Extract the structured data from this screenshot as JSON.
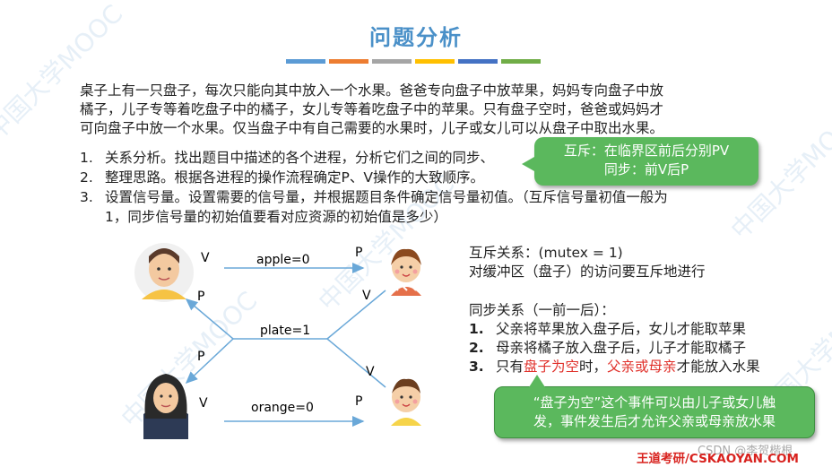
{
  "title": "问题分析",
  "bar_colors": [
    "#5b9bd5",
    "#ed7d31",
    "#a5a5a5",
    "#ffc000",
    "#4472c4",
    "#70ad47"
  ],
  "paragraph": [
    "桌子上有一只盘子，每次只能向其中放入一个水果。爸爸专向盘子中放苹果，妈妈专向盘子中放",
    "橘子，儿子专等着吃盘子中的橘子，女儿专等着吃盘子中的苹果。只有盘子空时，爸爸或妈妈才",
    "可向盘子中放一个水果。仅当盘子中有自己需要的水果时，儿子或女儿可以从盘子中取出水果。"
  ],
  "steps": [
    {
      "num": "1.",
      "text": "关系分析。找出题目中描述的各个进程，分析它们之间的同步、"
    },
    {
      "num": "2.",
      "text": "整理思路。根据各进程的操作流程确定P、V操作的大致顺序。"
    },
    {
      "num": "3.",
      "text": "设置信号量。设置需要的信号量，并根据题目条件确定信号量初值。（互斥信号量初值一般为",
      "cont": "1，同步信号量的初始值要看对应资源的初始值是多少）"
    }
  ],
  "bubble_top": {
    "line1": "互斥：在临界区前后分别PV",
    "line2": "同步：前V后P"
  },
  "diagram": {
    "apple_label": "apple=0",
    "plate_label": "plate=1",
    "orange_label": "orange=0",
    "v": "V",
    "p": "P"
  },
  "mutex": {
    "line1": "互斥关系：(mutex = 1)",
    "line2": "对缓冲区（盘子）的访问要互斥地进行"
  },
  "sync": {
    "heading": "同步关系（一前一后）：",
    "items": [
      {
        "num": "1.",
        "text": "父亲将苹果放入盘子后，女儿才能取苹果"
      },
      {
        "num": "2.",
        "text": "母亲将橘子放入盘子后，儿子才能取橘子"
      },
      {
        "num": "3.",
        "pre": "只有",
        "red1": "盘子为空",
        "mid": "时，",
        "red2": "父亲或母亲",
        "post": "才能放入水果"
      }
    ]
  },
  "bubble_bottom": {
    "line1": "“盘子为空”这个事件可以由儿子或女儿触",
    "line2": "发，事件发生后才允许父亲或母亲放水果"
  },
  "footer": "王道考研/CSKAOYAN.COM",
  "csdn": "CSDN @李贺楷根",
  "watermark": "中国大学MOOC"
}
